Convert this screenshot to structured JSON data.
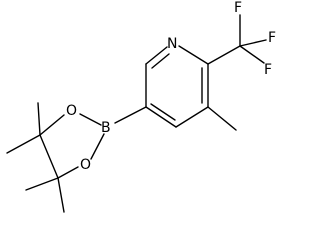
{
  "molecule": {
    "atoms": {
      "N": "N",
      "F1": "F",
      "F2": "F",
      "F3": "F",
      "B": "B",
      "O1": "O",
      "O2": "O"
    }
  }
}
